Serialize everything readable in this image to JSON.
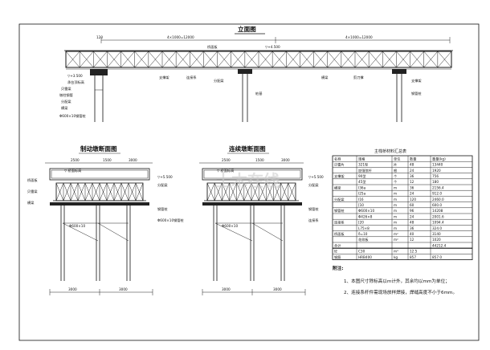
{
  "drawing": {
    "main_title": "立面图",
    "left_title": "制动墩断面图",
    "right_title": "连续墩断面图",
    "watermark": "土木在线"
  },
  "elevation": {
    "span_left": "4×1000=12000",
    "span_right": "4×1000=12000",
    "deck_label": "桥面板",
    "water_level": "▽+4.500",
    "left_labels": [
      "▽+3.500",
      "承台顶标高",
      "贝雷梁",
      "墩柱钢管",
      "分配梁",
      "横梁",
      "Φ600×10钢管桩"
    ],
    "mid_labels": [
      "支撑架",
      "连接系",
      "分配梁",
      "桩基"
    ],
    "right_labels": [
      "横梁",
      "剪刀撑",
      "支撑架",
      "钢管桩"
    ]
  },
  "sections": {
    "left": {
      "dims": [
        "2500",
        "1500",
        "3000"
      ],
      "top_label": "▽ 桥面标高",
      "left_notes": [
        "桥面板",
        "贝雷梁",
        "横梁"
      ],
      "right_notes": [
        "▽+5.500",
        "分配梁",
        "钢管桩",
        "Φ600×10钢管桩"
      ],
      "pile_label": "Φ600×10",
      "bottom_dims": [
        "3000",
        "3000"
      ]
    },
    "right": {
      "dims": [
        "2500",
        "1500",
        "3000"
      ],
      "top_label": "▽ 桥面标高",
      "right_notes": [
        "▽+5.500",
        "分配梁",
        "钢管桩",
        "连接系"
      ],
      "pile_label": "Φ600×10",
      "bottom_dims": [
        "3000",
        "3000"
      ]
    }
  },
  "materials_table": {
    "title": "主栈桥材料汇总表",
    "headers": [
      "名称",
      "规格",
      "单位",
      "数量",
      "重量(kg)"
    ],
    "rows": [
      [
        "贝雷片",
        "321型",
        "片",
        "48",
        "13440"
      ],
      [
        "",
        "加强弦杆",
        "根",
        "24",
        "1920"
      ],
      [
        "支撑架",
        "90型",
        "个",
        "36",
        "756"
      ],
      [
        "",
        "45型",
        "个",
        "12",
        "180"
      ],
      [
        "横梁",
        "I36a",
        "m",
        "36",
        "2156.4"
      ],
      [
        "",
        "I25a",
        "m",
        "24",
        "912.0"
      ],
      [
        "分配梁",
        "I16",
        "m",
        "120",
        "2460.0"
      ],
      [
        "",
        "[10",
        "m",
        "60",
        "600.0"
      ],
      [
        "钢管桩",
        "Φ600×10",
        "m",
        "96",
        "14208"
      ],
      [
        "",
        "Φ426×8",
        "m",
        "24",
        "2001.6"
      ],
      [
        "连接系",
        "[20",
        "m",
        "48",
        "1094.4"
      ],
      [
        "",
        "L75×8",
        "m",
        "36",
        "324.0"
      ],
      [
        "桥面板",
        "δ=10",
        "m²",
        "40",
        "3140"
      ],
      [
        "",
        "花纹板",
        "m²",
        "12",
        "1020"
      ],
      [
        "合计",
        "",
        "",
        "",
        "44212.4"
      ]
    ],
    "summary": [
      [
        "砼",
        "C30",
        "m³",
        "12.5",
        ""
      ],
      [
        "钢筋",
        "HRB400",
        "kg",
        "857",
        "857.0"
      ]
    ]
  },
  "notes": {
    "heading": "附注:",
    "items": [
      "1、本图尺寸除标高以m计外，其余均以mm为单位；",
      "2、连接系杆件需现场放样焊接，焊缝高度不小于6mm。"
    ]
  }
}
